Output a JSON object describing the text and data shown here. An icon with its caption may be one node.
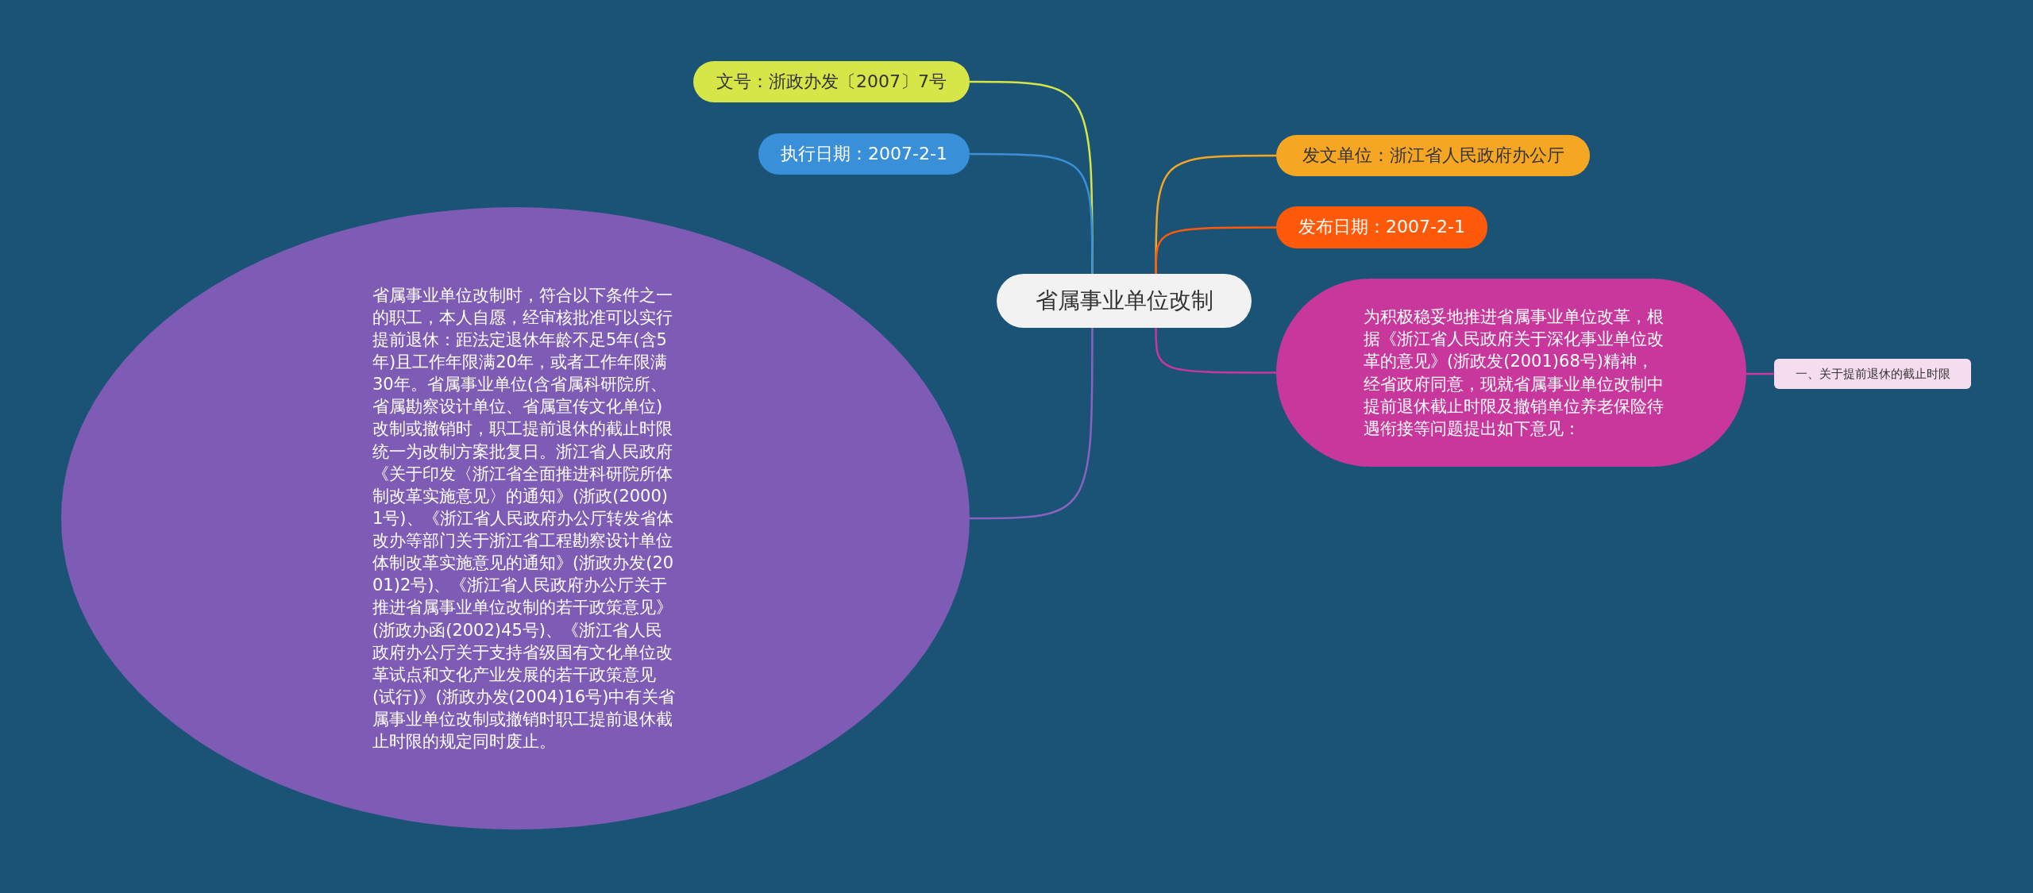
{
  "diagram": {
    "nodes": [
      {
        "text": [
          "省属事业单位改制"
        ]
      },
      {
        "text": [
          "文号：浙政办发〔2007〕7号"
        ]
      },
      {
        "text": [
          "执行日期：2007-2-1"
        ]
      },
      {
        "text": [
          "发文单位：浙江省人民政府办公厅"
        ]
      },
      {
        "text": [
          "发布日期：2007-2-1"
        ]
      },
      {
        "text": [
          "省属事业单位改制时，符合以下条件之一的职工，本人自愿，经审核批准可以实行提前退休：距法定退休年龄不足5年(含5年)且工作年限满20年，或者工作年限满30年。省属事业单位(含省属科研院所、省属勘察设计单位、省属宣传文化单位)改制或撤销时，职工提前退休的截止时限统一为改制方案批复日。浙江省人民政府《关于印发〈浙江省全面推进科研院所体制改革实施意见〉的通知》(浙政(2000)1号)、《浙江省人民政府办公厅转发省体改办等部门关于浙江省工程勘察设计单位体制改革实施意见的通知》(浙政办发(2001)2号)、《浙江省人民政府办公厅关于推进省属事业单位改制的若干政策意见》(浙政办函(2002)45号)、《浙江省人民政府办公厅关于支持省级国有文化单位改革试点和文化产业发展的若干政策意见(试行)》(浙政办发(2004)16号)中有关省属事业单位改制或撤销时职工提前退休截止时限的规定同时废止。"
        ]
      },
      {
        "text": [
          "为积极稳妥地推进省属事业单位改革，根据《浙江省人民政府关于深化事业单位改革的意见》(浙政发(2001)68号)精神，经省政府同意，现就省属事业单位改制中提前退休截止时限及撤销单位养老保险待遇衔接等问题提出如下意见："
        ]
      },
      {
        "text": [
          "一、关于提前退休的截止时限"
        ]
      }
    ],
    "edges": [
      {
        "from": 0,
        "to": 1,
        "arrow": "none",
        "color": "#d6e548"
      },
      {
        "from": 0,
        "to": 2,
        "arrow": "none",
        "color": "#3a8fd9"
      },
      {
        "from": 0,
        "to": 3,
        "arrow": "none",
        "color": "#f5a623"
      },
      {
        "from": 0,
        "to": 4,
        "arrow": "none",
        "color": "#ff5a0a"
      },
      {
        "from": 0,
        "to": 5,
        "arrow": "none",
        "color": "#8a63c2"
      },
      {
        "from": 0,
        "to": 6,
        "arrow": "none",
        "color": "#c8379b"
      },
      {
        "from": 6,
        "to": 7,
        "arrow": "none",
        "color": "#c8379b"
      }
    ]
  }
}
